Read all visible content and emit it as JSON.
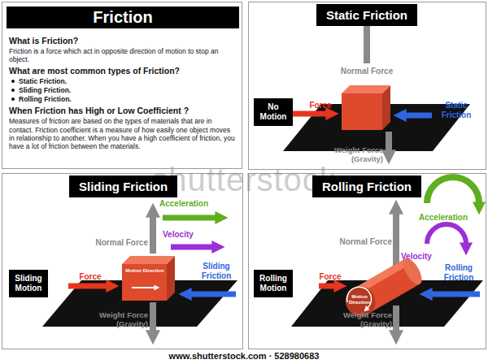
{
  "diagram": {
    "title": "Friction",
    "nodes": [
      {
        "text": [
          "What is Friction?",
          "Friction is a force which act in opposite direction of motion to stop an object.",
          "What are most common types of Friction?",
          "Static Friction.",
          "Sliding Friction.",
          "Rolling Friction.",
          "When Friction has High or Low Coefficient ?",
          "Measures of friction are based on the types of materials that are in contact. Friction coefficient is a measure of how easily one object moves in relationship to another. When you have a high coefficient of friction, you have a lot of friction between the materials."
        ]
      },
      {
        "text": [
          "Static Friction"
        ]
      },
      {
        "text": [
          "No Motion"
        ]
      },
      {
        "text": [
          "Sliding Friction"
        ]
      },
      {
        "text": [
          "Sliding Motion"
        ]
      },
      {
        "text": [
          "Rolling Friction"
        ]
      },
      {
        "text": [
          "Rolling Motion"
        ]
      }
    ],
    "labels": [
      "Normal Force",
      "Force",
      "Static Friction",
      "Weight Force (Gravity)",
      "Acceleration",
      "Velocity",
      "Normal Force",
      "Force",
      "Motion Direction",
      "Sliding Friction",
      "Weight Force (Gravity)",
      "Acceleration",
      "Velocity",
      "Normal Force",
      "Force",
      "Motion Direction",
      "Rolling Friction",
      "Weight Force (Gravity)",
      "shutterstock",
      "www.shutterstock.com · 528980683"
    ]
  }
}
